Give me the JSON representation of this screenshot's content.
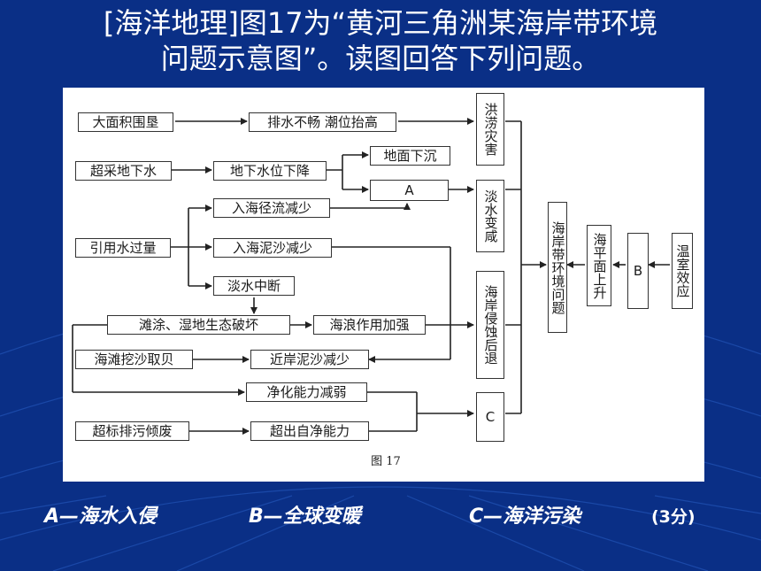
{
  "title": {
    "line1": "[海洋地理]图17为“黄河三角洲某海岸带环境",
    "line2": "问题示意图”。读图回答下列问题。"
  },
  "diagram": {
    "caption": "图 17",
    "boxes": {
      "cover": "大面积围垦",
      "drain": "排水不畅 潮位抬高",
      "flood": "洪涝灾害",
      "overpump": "超采地下水",
      "gwdrop": "地下水位下降",
      "subside": "地面下沉",
      "a": "A",
      "fresh": "淡水变咸",
      "runoff": "入海径流减少",
      "overdivert": "引用水过量",
      "sediment": "入海泥沙减少",
      "cutoff": "淡水中断",
      "beach": "滩涂、湿地生态破坏",
      "wave": "海浪作用加强",
      "erosion": "海岸侵蚀后退",
      "coastal": "海岸带环境问题",
      "sea": "海平面上升",
      "b": "B",
      "greenhouse": "温室效应",
      "digging": "海滩挖沙取贝",
      "near": "近岸泥沙减少",
      "purify": "净化能力减弱",
      "sewage": "超标排污倾废",
      "exceed": "超出自净能力",
      "c": "C"
    }
  },
  "answers": {
    "a": "A—海水入侵",
    "b": "B—全球变暖",
    "c": "C—海洋污染",
    "score": "(3分)"
  }
}
